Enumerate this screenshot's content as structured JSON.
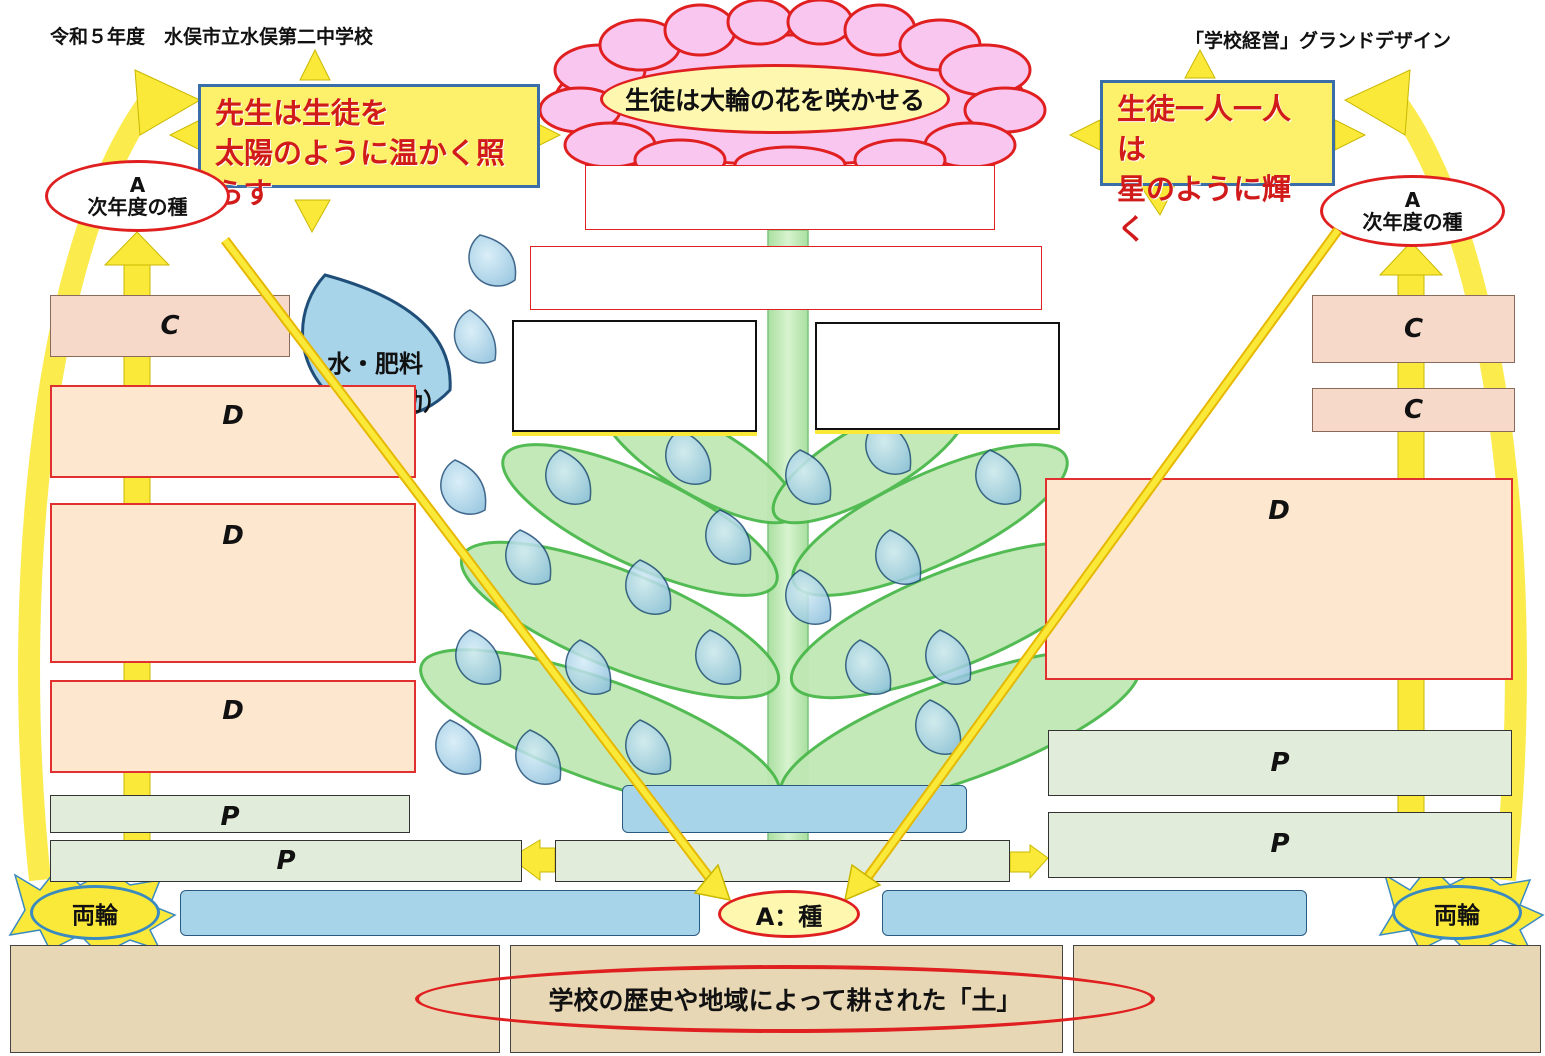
{
  "header": {
    "left_title": "令和５年度　水俣市立水俣第二中学校",
    "right_title": "「学校経営」グランドデザイン"
  },
  "flower": {
    "label": "生徒は大輪の花を咲かせる"
  },
  "left_sun": {
    "line1": "先生は生徒を",
    "line2": "太陽のように温かく照らす"
  },
  "right_star": {
    "line1": "生徒一人一人は",
    "line2": "星のように輝く"
  },
  "seed_next": {
    "line1": "A",
    "line2": "次年度の種"
  },
  "water_drop": {
    "line1": "水・肥料",
    "line2": "（教育活動）"
  },
  "seed_center": {
    "label": "A：種"
  },
  "wheels": {
    "label": "両輪"
  },
  "soil": {
    "label": "学校の歴史や地域によって耕された「土」"
  },
  "left_column": {
    "c": "C",
    "d": [
      "D",
      "D",
      "D"
    ],
    "p": [
      "P",
      "P"
    ]
  },
  "right_column": {
    "c": [
      "C",
      "C"
    ],
    "d": "D",
    "p": [
      "P",
      "P"
    ]
  },
  "colors": {
    "arrow_yellow": "#fbe93a",
    "red_outline": "#e02020",
    "petal_pink": "#f8c6ef",
    "sun_box": "#fdf06a",
    "leaf_green": "#bfe8b4",
    "water_blue": "#a8d4ea",
    "soil_tan": "#e8d7b4"
  }
}
